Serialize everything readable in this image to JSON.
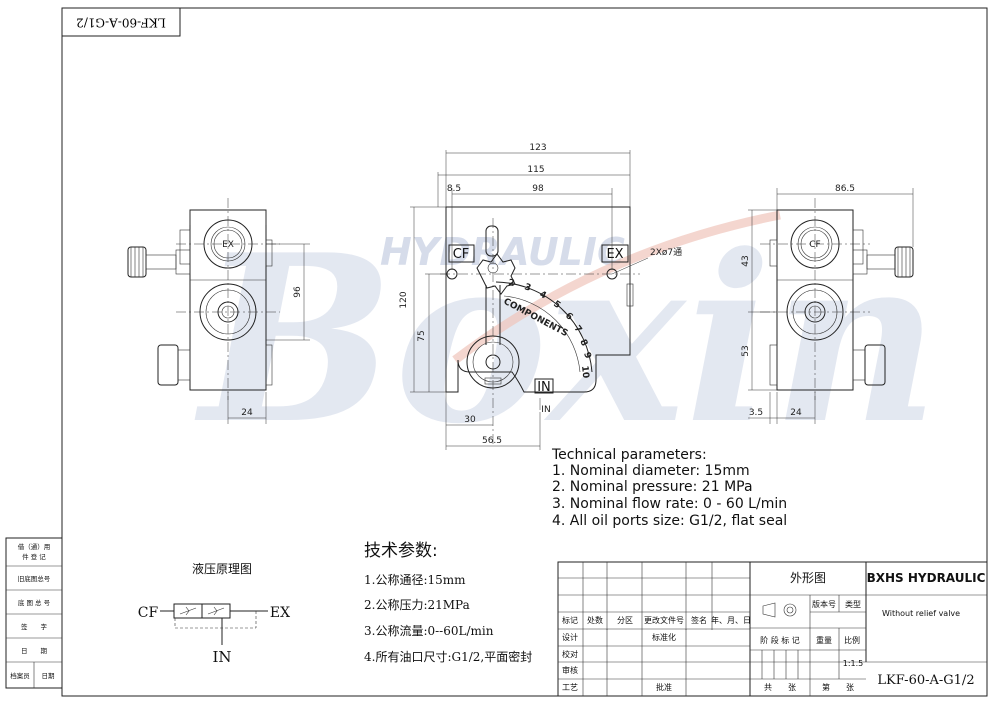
{
  "drawing_code_stamp": "LKF-60-A-G1/2",
  "watermark": "Boxin",
  "watermark_brand": "HYDRAULIC",
  "front_view": {
    "ports": {
      "cf": "CF",
      "ex": "EX",
      "in": "IN"
    },
    "dial_text": "COMPONENTS",
    "dial_numbers": [
      "2",
      "3",
      "4",
      "5",
      "6",
      "7",
      "8",
      "9",
      "10"
    ],
    "hole_note": "2Xø7通",
    "in_label": "IN",
    "dims": {
      "d123": "123",
      "d115": "115",
      "d98": "98",
      "d8_5": "8.5",
      "d120": "120",
      "d75": "75",
      "d30": "30",
      "d56_5": "56.5"
    }
  },
  "left_view": {
    "port": "EX",
    "dims": {
      "d96": "96",
      "d24": "24"
    }
  },
  "right_view": {
    "port": "CF",
    "dims": {
      "d86_5": "86.5",
      "d43": "43",
      "d53": "53",
      "d3_5": "3.5",
      "d24": "24"
    }
  },
  "tech_en": {
    "title": "Technical parameters:",
    "items": [
      "1. Nominal diameter: 15mm",
      "2. Nominal pressure: 21 MPa",
      "3. Nominal flow rate: 0 - 60 L/min",
      "4. All oil ports size: G1/2, flat seal"
    ]
  },
  "tech_cn": {
    "title": "技术参数:",
    "items": [
      "1.公称通径:15mm",
      "2.公称压力:21MPa",
      "3.公称流量:0--60L/min",
      "4.所有油口尺寸:G1/2,平面密封"
    ]
  },
  "schematic": {
    "title": "液压原理图",
    "cf": "CF",
    "ex": "EX",
    "in": "IN"
  },
  "side_table": [
    "借（通）用\n件 登 记",
    "旧底图总号",
    "底 图 总 号",
    "签　　字",
    "日　　期",
    "档案员|日期"
  ],
  "title_block": {
    "drawing_title": "外形图",
    "company": "BXHS HYDRAULIC",
    "version_label": "版本号",
    "type_label": "类型",
    "note": "Without relief valve",
    "headers": [
      "标记",
      "处数",
      "分区",
      "更改文件号",
      "签名",
      "年、月、日"
    ],
    "rows": [
      "设计",
      "校对",
      "审核",
      "工艺"
    ],
    "standardize": "标准化",
    "approve": "批准",
    "stage_label": "阶 段 标 记",
    "weight_label": "重量",
    "scale_label": "比例",
    "scale": "1:1.5",
    "total_label": "共　　张",
    "sheet_label": "第　　张",
    "drawing_no": "LKF-60-A-G1/2"
  },
  "colors": {
    "line": "#222222",
    "watermark": "#dfe4ef",
    "accent": "#e9b3a8"
  }
}
